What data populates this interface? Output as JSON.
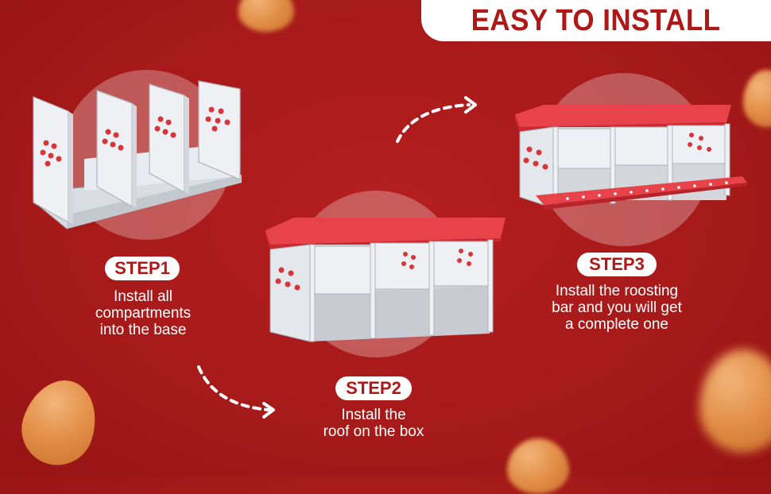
{
  "banner": {
    "title": "EASY TO INSTALL"
  },
  "steps": [
    {
      "label": "STEP1",
      "lines": [
        "Install all",
        "compartments",
        "into the base"
      ]
    },
    {
      "label": "STEP2",
      "lines": [
        "Install the",
        "roof on the box"
      ]
    },
    {
      "label": "STEP3",
      "lines": [
        "Install the roosting",
        "bar and you will get",
        "a complete one"
      ]
    }
  ],
  "colors": {
    "background": "#a81a1a",
    "accent": "#b01818",
    "roof": "#e8434a"
  }
}
